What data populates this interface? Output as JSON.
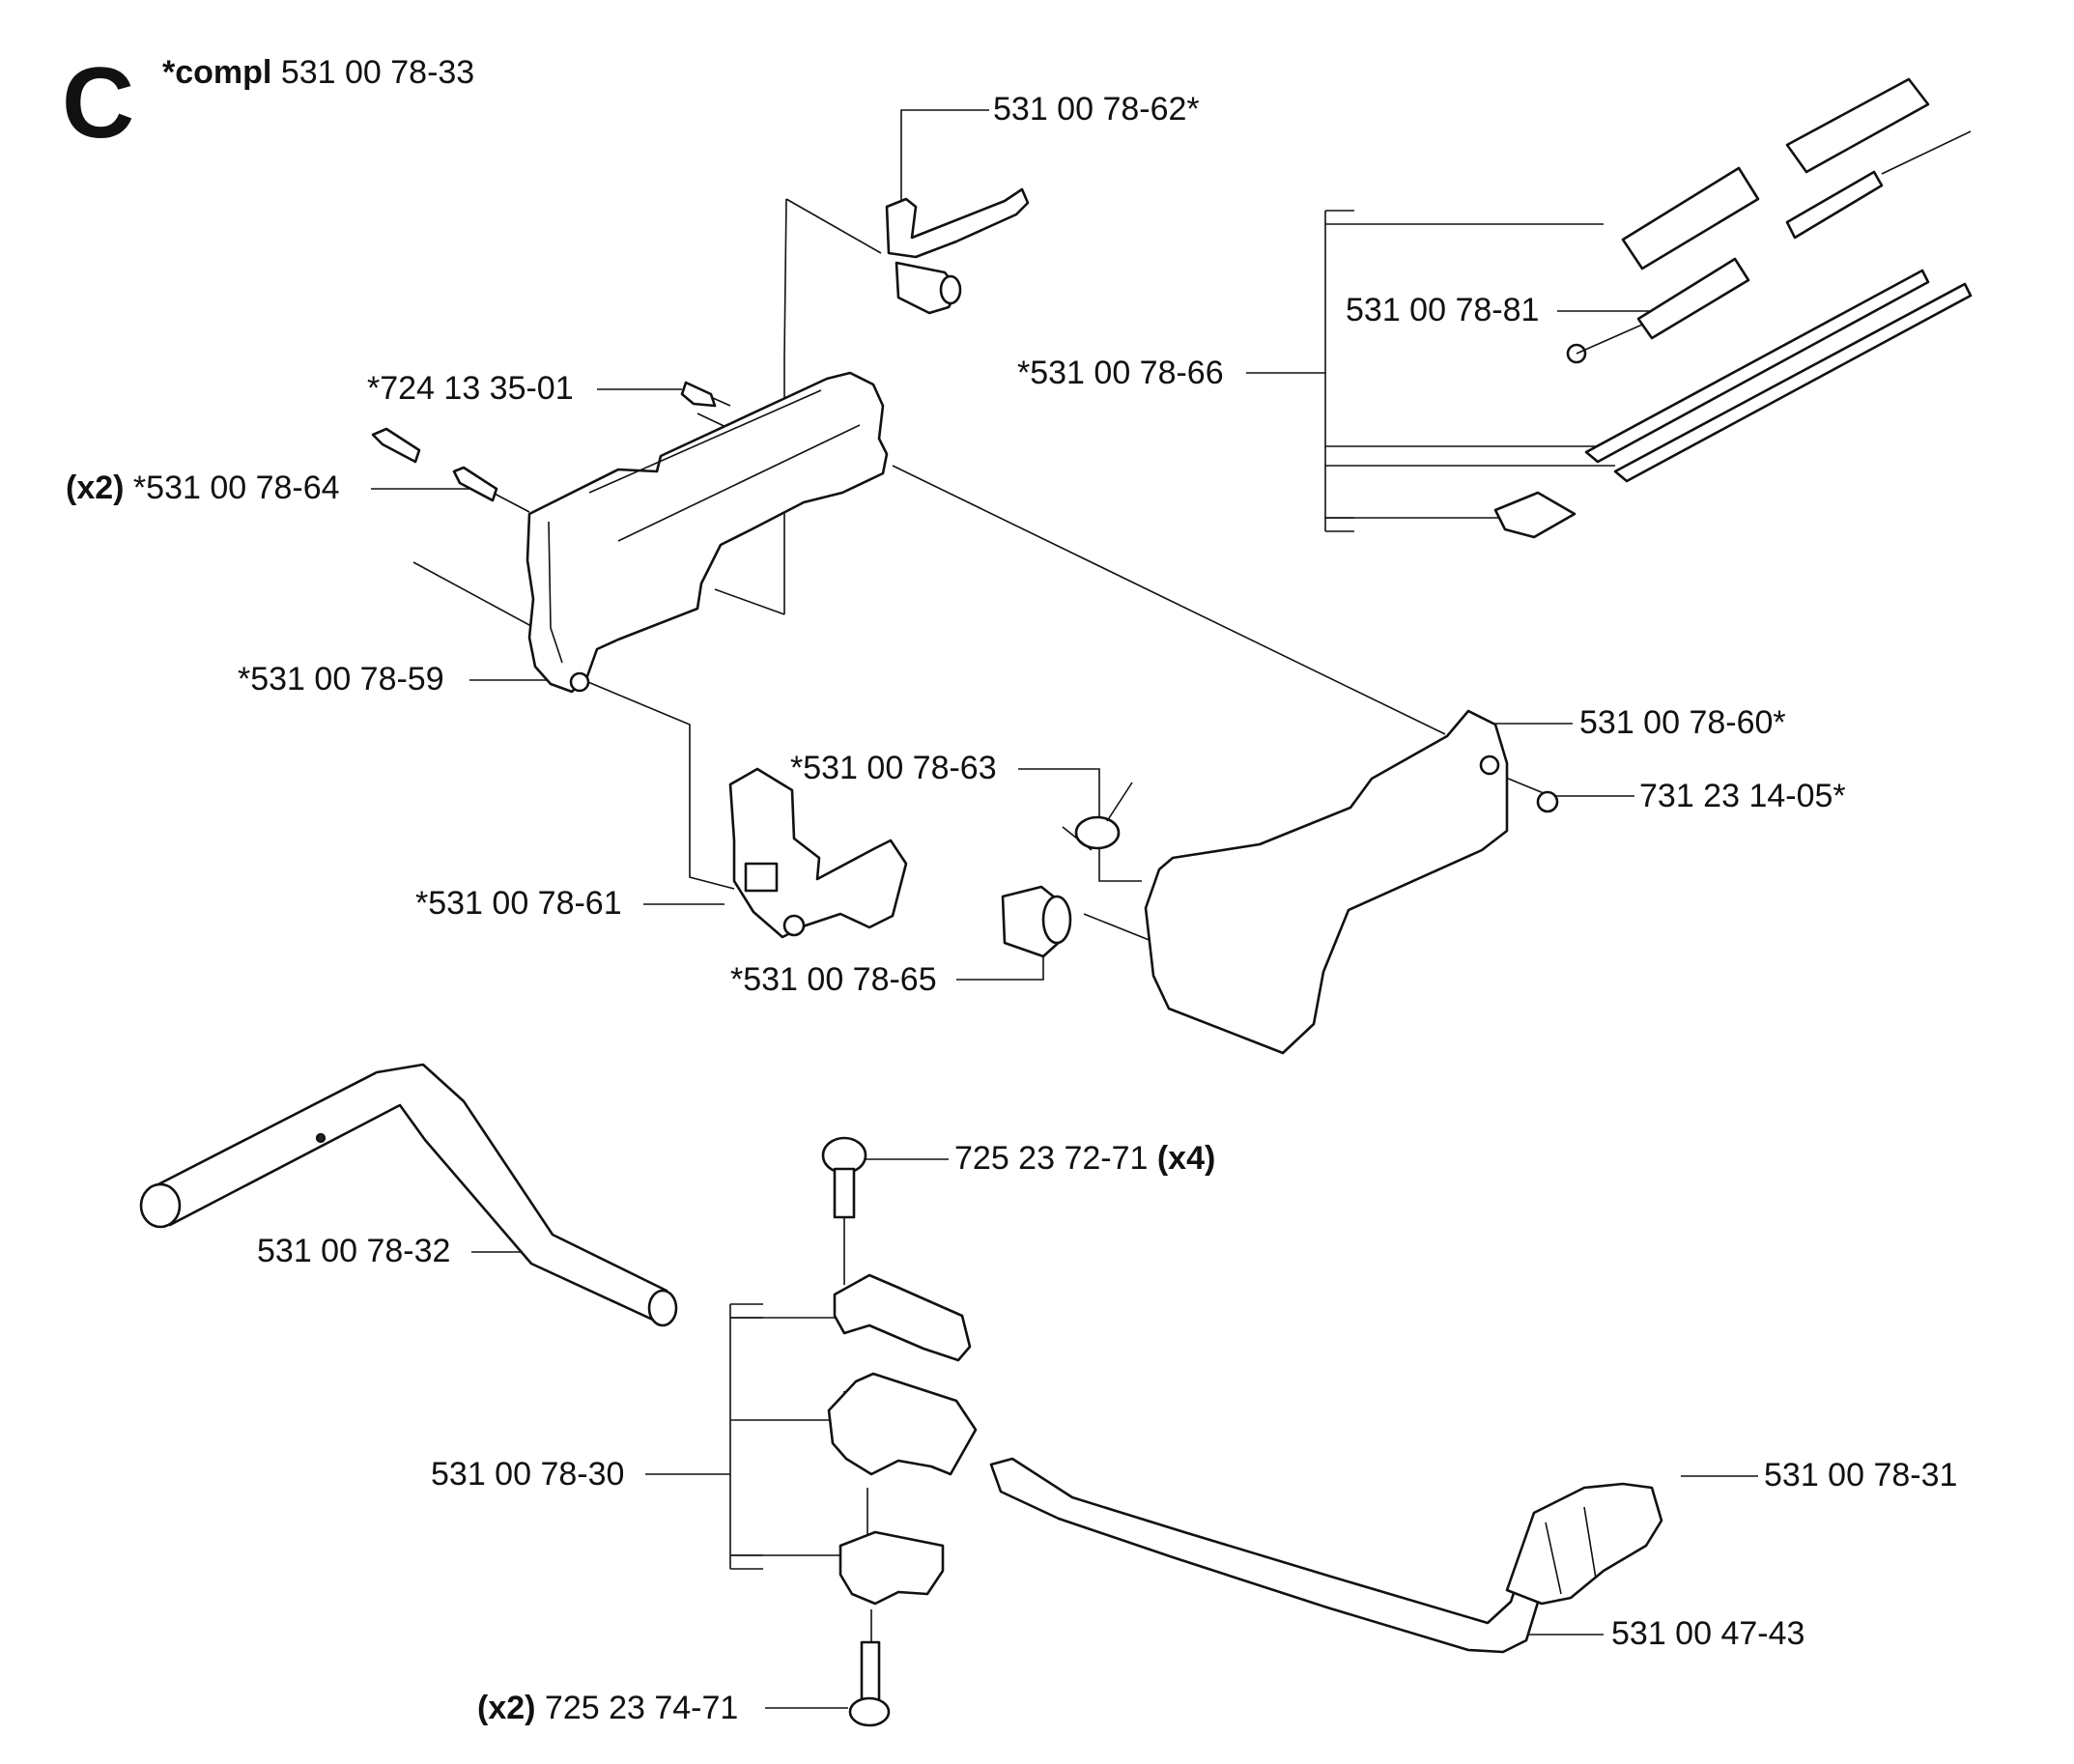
{
  "section": {
    "letter": "C",
    "compl_prefix": "*compl",
    "compl_number": "531 00 78-33"
  },
  "labels": {
    "p62": "531 00 78-62*",
    "p81": "531 00 78-81",
    "p66": "*531 00 78-66",
    "p01": "*724 13 35-01",
    "p64_qty": "(x2)",
    "p64": "*531 00 78-64",
    "p59": "*531 00 78-59",
    "p60": "531 00 78-60*",
    "p63": "*531 00 78-63",
    "p05": "731 23 14-05*",
    "p61": "*531 00 78-61",
    "p65": "*531 00 78-65",
    "p7271": "725 23 72-71",
    "p7271_qty": "(x4)",
    "p32": "531 00 78-32",
    "p30": "531 00 78-30",
    "p31": "531 00 78-31",
    "p43": "531 00 47-43",
    "p7471_qty": "(x2)",
    "p7471": "725 23 74-71"
  }
}
